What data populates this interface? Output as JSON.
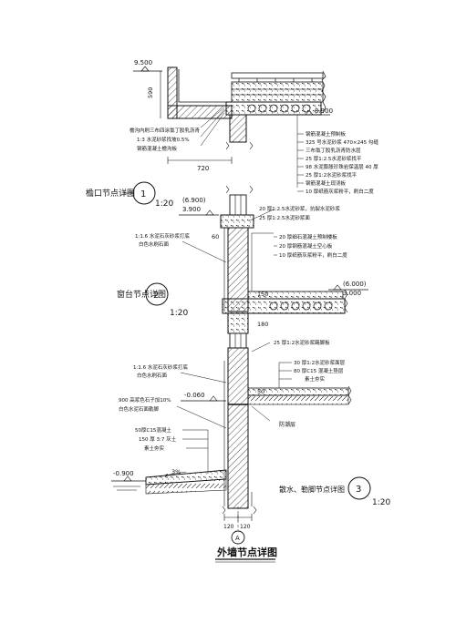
{
  "drawing": {
    "title": "外墙节点详图",
    "dims": {
      "top_elev": "9.500",
      "roof_elev": "8.900",
      "dim_590": "590",
      "dim_720": "720",
      "elev_6900": "(6.900)",
      "elev_3900": "3.900",
      "dim_60": "60",
      "elev_6000": "(6.000)",
      "elev_3000": "3.000",
      "dim_150": "150",
      "dim_180": "180",
      "elev_neg0060": "-0.060",
      "elev_neg0900": "-0.900",
      "slope_3pct": "3%",
      "dim_50": "50",
      "axis_a": "A",
      "dim_120a": "120",
      "dim_120b": "120"
    },
    "details": [
      {
        "id": "1",
        "name": "檐口节点详图",
        "scale": "1:20"
      },
      {
        "id": "2",
        "name": "窗台节点详图",
        "scale": "1:20"
      },
      {
        "id": "3",
        "name": "散水、勒脚节点详图",
        "scale": "1:20"
      }
    ],
    "notes_eave_left": [
      "檐沟内刷三布四涂氯丁胶乳沥青",
      "1:3 水泥砂浆找坡0.5%",
      "钢筋混凝土檐沟板"
    ],
    "notes_roof_right": [
      "钢筋混凝土预制板",
      "325 号水泥砂浆 470×245 勾缝",
      "三布氯丁胶乳沥青防水层",
      "25 厚1:2.5水泥砂浆找平",
      "98 水泥膨胀珍珠岩保温层 40 厚",
      "25 厚1:2水泥砂浆找平",
      "钢筋混凝土现浇板",
      "10 厚纸筋灰浆粉平，刷白二度"
    ],
    "notes_window_right": [
      "20 厚1:2.5水泥砂浆，抗裂水泥砂浆",
      "25 厚1:2.5水泥砂浆面",
      "20 厚细石混凝土预制楼板",
      "20 厚钢筋混凝土空心板",
      "10 厚纸筋灰浆粉平，刷白二度"
    ],
    "notes_window_left": [
      "1:1.6 水泥石灰砂浆打底",
      "白色水刷石面"
    ],
    "notes_base_right_top": [
      "25 厚1:2水泥砂浆踢脚板"
    ],
    "notes_base_right": [
      "30 厚1:2水泥砂浆面层",
      "80 厚C15 混凝土垫层",
      "素土夯实"
    ],
    "notes_base_left": [
      "1:1.6 水泥石灰砂浆打底",
      "白色水刷石面",
      "900 高浆色石子加10%",
      "白色水泥石面勒脚"
    ],
    "note_dampproof": "防潮层",
    "notes_apron": [
      "50厚C15混凝土",
      "150 厚 3:7 灰土",
      "素土夯实"
    ]
  }
}
